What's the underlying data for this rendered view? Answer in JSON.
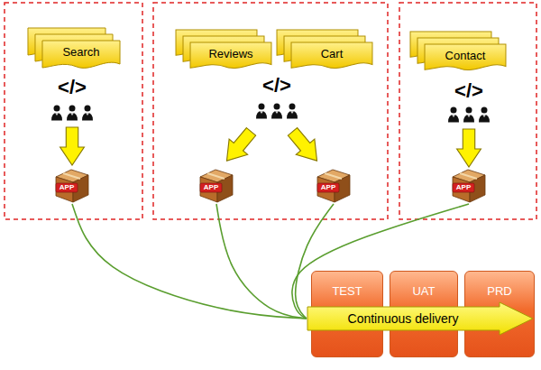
{
  "diagram": {
    "nodes": [
      {
        "text": [
          "Search"
        ]
      },
      {
        "text": [
          "Reviews"
        ]
      },
      {
        "text": [
          "Cart"
        ]
      },
      {
        "text": [
          "Contact"
        ]
      },
      {
        "text": [
          "APP"
        ]
      },
      {
        "text": [
          "APP"
        ]
      },
      {
        "text": [
          "APP"
        ]
      },
      {
        "text": [
          "APP"
        ]
      },
      {
        "text": [
          "TEST"
        ]
      },
      {
        "text": [
          "UAT"
        ]
      },
      {
        "text": [
          "PRD"
        ]
      },
      {
        "text": [
          "Continuous delivery"
        ]
      }
    ],
    "edges": [
      {
        "from": 4,
        "to": 11,
        "arrow": "none"
      },
      {
        "from": 5,
        "to": 11,
        "arrow": "none"
      },
      {
        "from": 6,
        "to": 11,
        "arrow": "none"
      },
      {
        "from": 7,
        "to": 11,
        "arrow": "none"
      }
    ],
    "labels": [
      "</>",
      "</>",
      "</>"
    ]
  }
}
